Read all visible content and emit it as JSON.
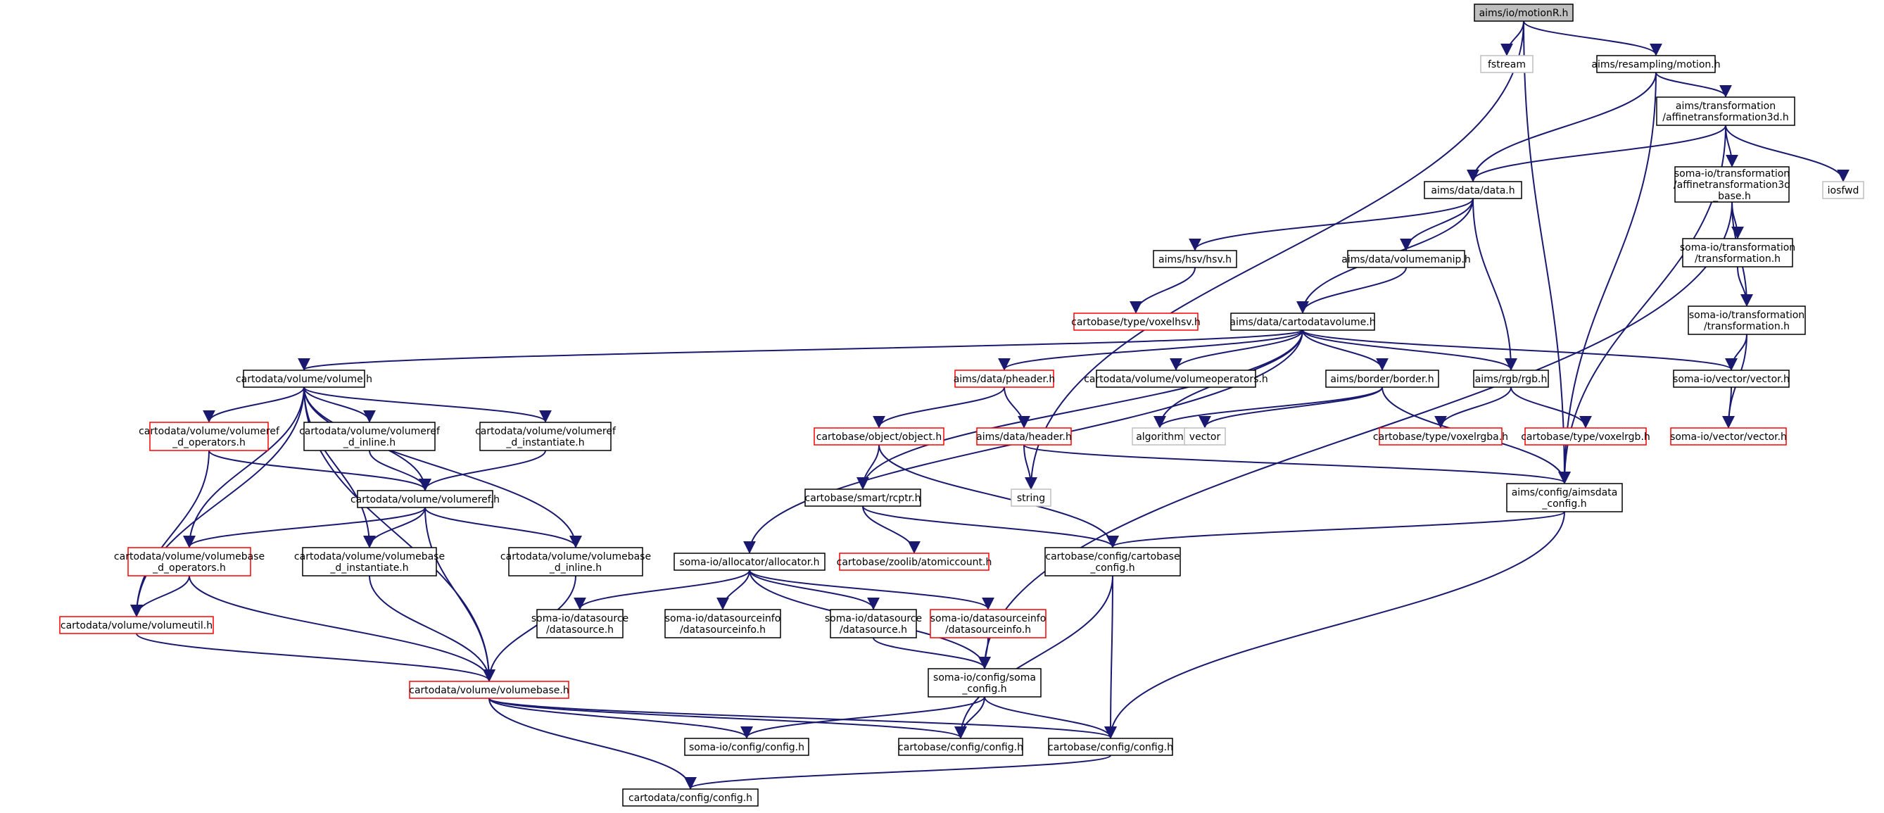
{
  "colors": {
    "edge": "#191970",
    "border_normal": "#000000",
    "border_missing": "#ff0000",
    "border_system": "#bfbfbf",
    "fill_root": "#bfbfbf",
    "fill_normal": "#ffffff"
  },
  "nodes": {
    "motionR": {
      "lines": [
        "aims/io/motionR.h"
      ],
      "kind": "root"
    },
    "fstream": {
      "lines": [
        "fstream"
      ],
      "kind": "system"
    },
    "motion": {
      "lines": [
        "aims/resampling/motion.h"
      ],
      "kind": "normal"
    },
    "affine3d": {
      "lines": [
        "aims/transformation",
        "/affinetransformation3d.h"
      ],
      "kind": "normal"
    },
    "iosfwd": {
      "lines": [
        "iosfwd"
      ],
      "kind": "system"
    },
    "data": {
      "lines": [
        "aims/data/data.h"
      ],
      "kind": "normal"
    },
    "somaAffine": {
      "lines": [
        "soma-io/transformation",
        "/affinetransformation3d",
        "_base.h"
      ],
      "kind": "normal"
    },
    "hsv": {
      "lines": [
        "aims/hsv/hsv.h"
      ],
      "kind": "normal"
    },
    "volmanip": {
      "lines": [
        "aims/data/volumemanip.h"
      ],
      "kind": "normal"
    },
    "somaTrans1": {
      "lines": [
        "soma-io/transformation",
        "/transformation.h"
      ],
      "kind": "normal"
    },
    "voxelhsv": {
      "lines": [
        "cartobase/type/voxelhsv.h"
      ],
      "kind": "missing"
    },
    "cdvolume": {
      "lines": [
        "aims/data/cartodatavolume.h"
      ],
      "kind": "normal"
    },
    "somaTrans2": {
      "lines": [
        "soma-io/transformation",
        "/transformation.h"
      ],
      "kind": "normal"
    },
    "volume": {
      "lines": [
        "cartodata/volume/volume.h"
      ],
      "kind": "normal"
    },
    "pheader": {
      "lines": [
        "aims/data/pheader.h"
      ],
      "kind": "missing"
    },
    "volops": {
      "lines": [
        "cartodata/volume/volumeoperators.h"
      ],
      "kind": "normal"
    },
    "border": {
      "lines": [
        "aims/border/border.h"
      ],
      "kind": "normal"
    },
    "rgb": {
      "lines": [
        "aims/rgb/rgb.h"
      ],
      "kind": "normal"
    },
    "somaVector": {
      "lines": [
        "soma-io/vector/vector.h"
      ],
      "kind": "normal"
    },
    "vrefops": {
      "lines": [
        "cartodata/volume/volumeref",
        "_d_operators.h"
      ],
      "kind": "missing"
    },
    "vrefinline": {
      "lines": [
        "cartodata/volume/volumeref",
        "_d_inline.h"
      ],
      "kind": "normal"
    },
    "vrefinst": {
      "lines": [
        "cartodata/volume/volumeref",
        "_d_instantiate.h"
      ],
      "kind": "normal"
    },
    "object": {
      "lines": [
        "cartobase/object/object.h"
      ],
      "kind": "missing"
    },
    "header": {
      "lines": [
        "aims/data/header.h"
      ],
      "kind": "missing"
    },
    "algorithm": {
      "lines": [
        "algorithm"
      ],
      "kind": "system"
    },
    "vector": {
      "lines": [
        "vector"
      ],
      "kind": "system"
    },
    "voxelrgba": {
      "lines": [
        "cartobase/type/voxelrgba.h"
      ],
      "kind": "missing"
    },
    "voxelrgb": {
      "lines": [
        "cartobase/type/voxelrgb.h"
      ],
      "kind": "missing"
    },
    "somaVector2": {
      "lines": [
        "soma-io/vector/vector.h"
      ],
      "kind": "missing"
    },
    "volref": {
      "lines": [
        "cartodata/volume/volumeref.h"
      ],
      "kind": "normal"
    },
    "string": {
      "lines": [
        "string"
      ],
      "kind": "system"
    },
    "rcptr": {
      "lines": [
        "cartobase/smart/rcptr.h"
      ],
      "kind": "normal"
    },
    "aimsdataConfig": {
      "lines": [
        "aims/config/aimsdata",
        "_config.h"
      ],
      "kind": "normal"
    },
    "vbops": {
      "lines": [
        "cartodata/volume/volumebase",
        "_d_operators.h"
      ],
      "kind": "missing"
    },
    "vbinst": {
      "lines": [
        "cartodata/volume/volumebase",
        "_d_instantiate.h"
      ],
      "kind": "normal"
    },
    "vbinline": {
      "lines": [
        "cartodata/volume/volumebase",
        "_d_inline.h"
      ],
      "kind": "normal"
    },
    "allocator": {
      "lines": [
        "soma-io/allocator/allocator.h"
      ],
      "kind": "normal"
    },
    "atomiccount": {
      "lines": [
        "cartobase/zoolib/atomiccount.h"
      ],
      "kind": "missing"
    },
    "cbConfig": {
      "lines": [
        "cartobase/config/cartobase",
        "_config.h"
      ],
      "kind": "normal"
    },
    "volutil": {
      "lines": [
        "cartodata/volume/volumeutil.h"
      ],
      "kind": "missing"
    },
    "datasource1": {
      "lines": [
        "soma-io/datasource",
        "/datasource.h"
      ],
      "kind": "normal"
    },
    "dsinfo1": {
      "lines": [
        "soma-io/datasourceinfo",
        "/datasourceinfo.h"
      ],
      "kind": "normal"
    },
    "datasource2": {
      "lines": [
        "soma-io/datasource",
        "/datasource.h"
      ],
      "kind": "normal"
    },
    "dsinfo2": {
      "lines": [
        "soma-io/datasourceinfo",
        "/datasourceinfo.h"
      ],
      "kind": "missing"
    },
    "volbase": {
      "lines": [
        "cartodata/volume/volumebase.h"
      ],
      "kind": "missing"
    },
    "somaConfig": {
      "lines": [
        "soma-io/config/soma",
        "_config.h"
      ],
      "kind": "normal"
    },
    "somaConfigH": {
      "lines": [
        "soma-io/config/config.h"
      ],
      "kind": "normal"
    },
    "cbConfigH1": {
      "lines": [
        "cartobase/config/config.h"
      ],
      "kind": "normal"
    },
    "cbConfigH2": {
      "lines": [
        "cartobase/config/config.h"
      ],
      "kind": "normal"
    },
    "cdConfigH": {
      "lines": [
        "cartodata/config/config.h"
      ],
      "kind": "normal"
    }
  },
  "edges": [
    [
      "motionR",
      "fstream"
    ],
    [
      "motionR",
      "motion"
    ],
    [
      "motionR",
      "string"
    ],
    [
      "motionR",
      "aimsdataConfig"
    ],
    [
      "motion",
      "affine3d"
    ],
    [
      "motion",
      "data"
    ],
    [
      "motion",
      "aimsdataConfig"
    ],
    [
      "affine3d",
      "data"
    ],
    [
      "affine3d",
      "somaAffine"
    ],
    [
      "affine3d",
      "iosfwd"
    ],
    [
      "affine3d",
      "aimsdataConfig"
    ],
    [
      "data",
      "hsv"
    ],
    [
      "data",
      "volmanip"
    ],
    [
      "data",
      "cdvolume"
    ],
    [
      "data",
      "rgb"
    ],
    [
      "somaAffine",
      "somaTrans1"
    ],
    [
      "somaAffine",
      "somaTrans2"
    ],
    [
      "somaAffine",
      "somaConfig"
    ],
    [
      "somaTrans1",
      "somaTrans2"
    ],
    [
      "somaTrans2",
      "somaVector"
    ],
    [
      "somaTrans2",
      "somaVector2"
    ],
    [
      "somaVector",
      "somaVector2"
    ],
    [
      "hsv",
      "voxelhsv"
    ],
    [
      "volmanip",
      "cdvolume"
    ],
    [
      "cdvolume",
      "volume"
    ],
    [
      "cdvolume",
      "pheader"
    ],
    [
      "cdvolume",
      "volops"
    ],
    [
      "cdvolume",
      "border"
    ],
    [
      "cdvolume",
      "rgb"
    ],
    [
      "cdvolume",
      "somaVector"
    ],
    [
      "cdvolume",
      "algorithm"
    ],
    [
      "cdvolume",
      "rcptr"
    ],
    [
      "cdvolume",
      "allocator"
    ],
    [
      "pheader",
      "object"
    ],
    [
      "pheader",
      "header"
    ],
    [
      "object",
      "rcptr"
    ],
    [
      "object",
      "cbConfig"
    ],
    [
      "header",
      "string"
    ],
    [
      "header",
      "aimsdataConfig"
    ],
    [
      "border",
      "algorithm"
    ],
    [
      "border",
      "vector"
    ],
    [
      "border",
      "aimsdataConfig"
    ],
    [
      "rgb",
      "voxelrgba"
    ],
    [
      "rgb",
      "voxelrgb"
    ],
    [
      "rcptr",
      "atomiccount"
    ],
    [
      "rcptr",
      "cbConfig"
    ],
    [
      "aimsdataConfig",
      "cbConfig"
    ],
    [
      "aimsdataConfig",
      "cbConfigH2"
    ],
    [
      "cbConfig",
      "cbConfigH1"
    ],
    [
      "cbConfig",
      "cbConfigH2"
    ],
    [
      "volume",
      "vrefops"
    ],
    [
      "volume",
      "vrefinline"
    ],
    [
      "volume",
      "vrefinst"
    ],
    [
      "volume",
      "volref"
    ],
    [
      "volume",
      "vbops"
    ],
    [
      "volume",
      "vbinst"
    ],
    [
      "volume",
      "vbinline"
    ],
    [
      "volume",
      "volutil"
    ],
    [
      "volume",
      "volbase"
    ],
    [
      "vrefops",
      "volref"
    ],
    [
      "vrefops",
      "volutil"
    ],
    [
      "vrefinline",
      "volref"
    ],
    [
      "vrefinst",
      "volref"
    ],
    [
      "volref",
      "vbops"
    ],
    [
      "volref",
      "vbinst"
    ],
    [
      "volref",
      "vbinline"
    ],
    [
      "volref",
      "volbase"
    ],
    [
      "vbops",
      "volutil"
    ],
    [
      "vbops",
      "volbase"
    ],
    [
      "vbinst",
      "volbase"
    ],
    [
      "vbinline",
      "volbase"
    ],
    [
      "volutil",
      "volbase"
    ],
    [
      "allocator",
      "datasource1"
    ],
    [
      "allocator",
      "dsinfo1"
    ],
    [
      "allocator",
      "datasource2"
    ],
    [
      "allocator",
      "dsinfo2"
    ],
    [
      "allocator",
      "somaConfig"
    ],
    [
      "datasource2",
      "somaConfig"
    ],
    [
      "dsinfo2",
      "somaConfig"
    ],
    [
      "somaConfig",
      "somaConfigH"
    ],
    [
      "somaConfig",
      "cbConfigH1"
    ],
    [
      "somaConfig",
      "cbConfigH2"
    ],
    [
      "volbase",
      "somaConfigH"
    ],
    [
      "volbase",
      "cbConfigH1"
    ],
    [
      "volbase",
      "cbConfigH2"
    ],
    [
      "volbase",
      "cdConfigH"
    ],
    [
      "cbConfigH2",
      "cdConfigH"
    ]
  ]
}
